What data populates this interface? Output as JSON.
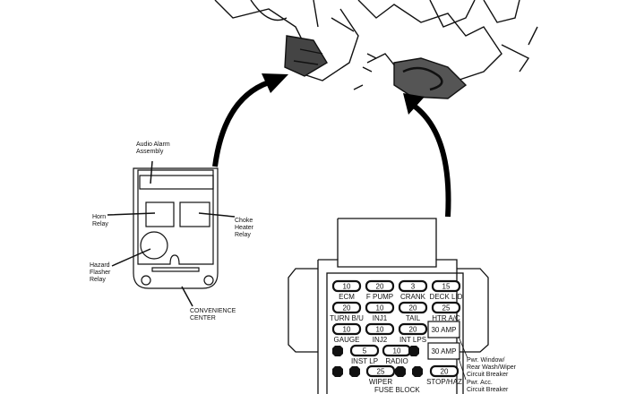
{
  "convenience_center": {
    "title": [
      "CONVENIENCE",
      "CENTER"
    ],
    "audio_alarm": [
      "Audio Alarm",
      "Assembly"
    ],
    "horn_relay": [
      "Horn",
      "Relay"
    ],
    "choke_relay": [
      "Choke",
      "Heater",
      "Relay"
    ],
    "hazard_relay": [
      "Hazard",
      "Flasher",
      "Relay"
    ]
  },
  "fuse_block": {
    "title": "FUSE BLOCK",
    "rows": [
      [
        {
          "value": "10",
          "label": "ECM"
        },
        {
          "value": "20",
          "label": "F PUMP"
        },
        {
          "value": "3",
          "label": "CRANK"
        },
        {
          "value": "15",
          "label": "DECK LID"
        }
      ],
      [
        {
          "value": "20",
          "label": "TURN B/U"
        },
        {
          "value": "10",
          "label": "INJ1"
        },
        {
          "value": "20",
          "label": "TAIL"
        },
        {
          "value": "25",
          "label": "HTR A/C"
        }
      ],
      [
        {
          "value": "10",
          "label": "GAUGE"
        },
        {
          "value": "10",
          "label": "INJ2"
        },
        {
          "value": "20",
          "label": "INT LPS"
        }
      ],
      [
        {
          "value": "5",
          "label": "INST LP"
        },
        {
          "value": "10",
          "label": "RADIO"
        }
      ],
      [
        {
          "value": "25",
          "label": "WIPER"
        },
        {
          "value": "20",
          "label": "STOP/HAZ"
        }
      ]
    ],
    "breakers": [
      "30 AMP",
      "30 AMP"
    ],
    "breaker_labels": [
      [
        "Pwr. Window/",
        "Rear Wash/Wiper",
        "Circuit Breaker"
      ],
      [
        "Pwr. Acc.",
        "Circuit Breaker"
      ]
    ]
  }
}
